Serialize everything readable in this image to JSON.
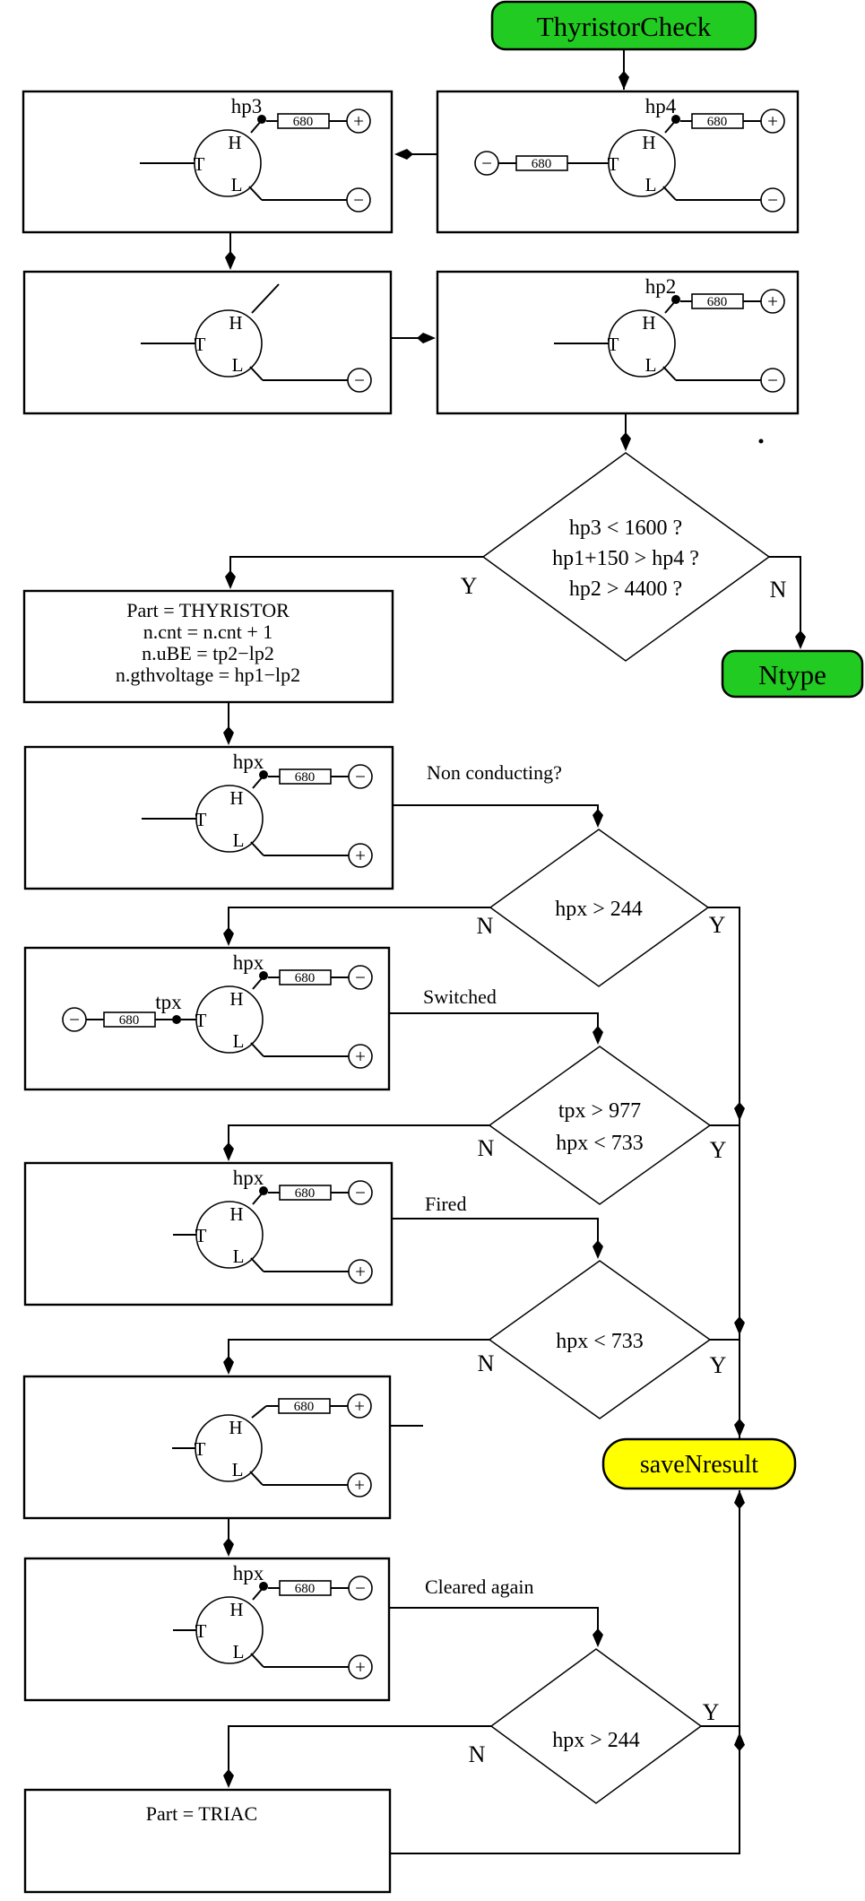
{
  "colors": {
    "green": "#22cb22",
    "yellow": "#ffff00",
    "line": "#000000",
    "background": "#ffffff"
  },
  "terminators": {
    "start": {
      "label": "ThyristorCheck"
    },
    "ntype": {
      "label": "Ntype"
    },
    "save": {
      "label": "saveNresult"
    }
  },
  "process": {
    "thyristor": {
      "line1": "Part = THYRISTOR",
      "line2": "n.cnt = n.cnt + 1",
      "line3": "n.uBE = tp2−lp2",
      "line4": "n.gthvoltage = hp1−lp2"
    },
    "triac": {
      "line1": "Part = TRIAC"
    }
  },
  "decisions": {
    "d1": {
      "line1": "hp3 < 1600 ?",
      "line2": "hp1+150 > hp4 ?",
      "line3": "hp2 > 4400 ?",
      "yes": "Y",
      "no": "N"
    },
    "d2": {
      "line1": "hpx > 244",
      "yes": "Y",
      "no": "N"
    },
    "d3": {
      "line1": "tpx > 977",
      "line2": "hpx < 733",
      "yes": "Y",
      "no": "N"
    },
    "d4": {
      "line1": "hpx < 733",
      "yes": "Y",
      "no": "N"
    },
    "d5": {
      "line1": "hpx > 244",
      "yes": "Y",
      "no": "N"
    }
  },
  "annotations": {
    "a1": "Non conducting?",
    "a2": "Switched",
    "a3": "Fired",
    "a4": "Cleared again"
  },
  "terminals": {
    "tap": "T",
    "high": "H",
    "low": "L"
  },
  "circuits": {
    "c1": {
      "probe": "hp3",
      "res": "680",
      "h_pol": "+",
      "l_pol": "−"
    },
    "c2": {
      "probe": "hp4",
      "res": "680",
      "t_res": "680",
      "t_pol": "−",
      "h_pol": "+",
      "l_pol": "−"
    },
    "c3": {
      "l_pol": "−"
    },
    "c4": {
      "probe": "hp2",
      "res": "680",
      "h_pol": "+",
      "l_pol": "−"
    },
    "c5": {
      "probe": "hpx",
      "res": "680",
      "h_pol": "−",
      "l_pol": "+"
    },
    "c6": {
      "probe": "hpx",
      "t_probe": "tpx",
      "res": "680",
      "t_res": "680",
      "t_pol": "−",
      "h_pol": "−",
      "l_pol": "+"
    },
    "c7": {
      "probe": "hpx",
      "res": "680",
      "h_pol": "−",
      "l_pol": "+"
    },
    "c8": {
      "res": "680",
      "h_pol": "+",
      "l_pol": "+"
    },
    "c9": {
      "probe": "hpx",
      "res": "680",
      "h_pol": "−",
      "l_pol": "+"
    }
  }
}
